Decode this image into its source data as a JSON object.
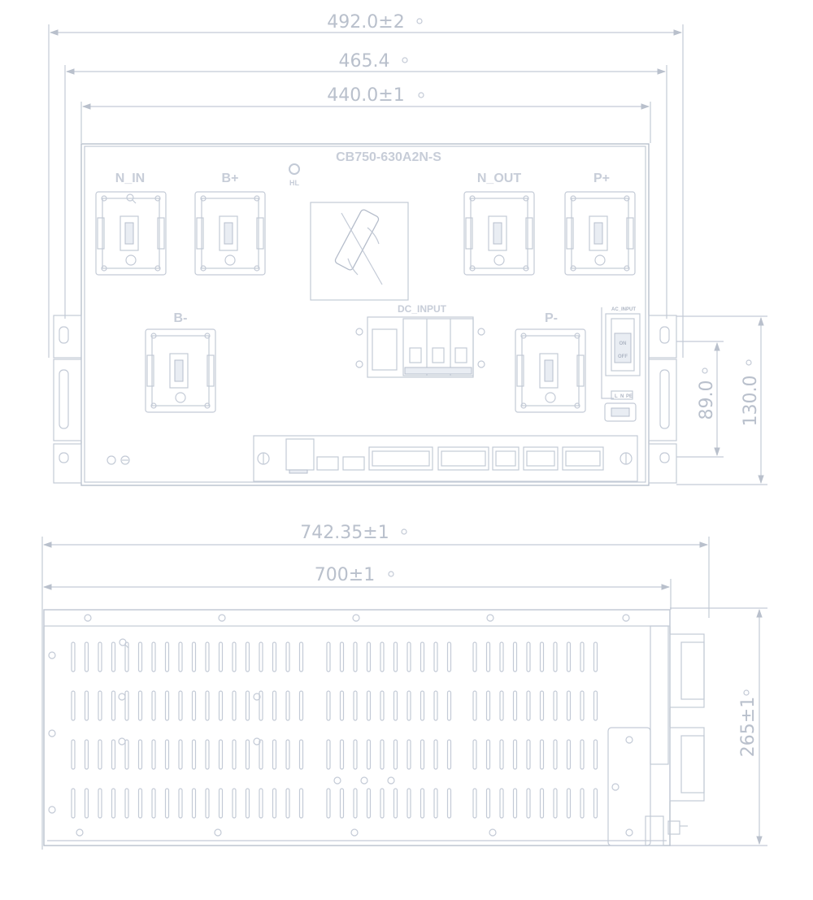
{
  "drawing": {
    "model": "CB750-630A2N-S",
    "indicator_label": "HL",
    "terminals": {
      "n_in": "N_IN",
      "b_plus": "B+",
      "n_out": "N_OUT",
      "p_plus": "P+",
      "b_minus": "B-",
      "p_minus": "P-",
      "dc_input": "DC_INPUT",
      "ac_input": "AC_INPUT"
    },
    "switch_labels": {
      "on": "ON",
      "off": "OFF"
    },
    "plug_labels": [
      "L",
      "N",
      "PE"
    ],
    "dimensions": {
      "top_width_overall": "492.0±2",
      "top_width_mid": "465.4",
      "top_width_inner": "440.0±1",
      "right_short": "89.0",
      "right_tall": "130.0",
      "side_width_overall": "742.35±1",
      "side_width_inner": "700±1",
      "side_height": "265±1"
    },
    "colors": {
      "line": "#c3cad6",
      "text": "#b9c0cc",
      "background": "#ffffff"
    }
  }
}
